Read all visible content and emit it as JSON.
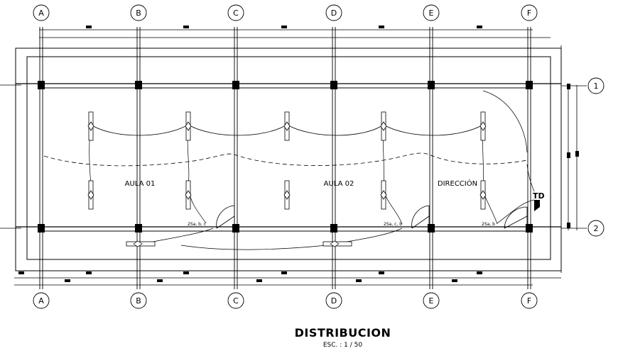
{
  "axes_cols": [
    "A",
    "B",
    "C",
    "D",
    "E",
    "F"
  ],
  "axes_rows": [
    "1",
    "2"
  ],
  "rooms": [
    "AULA  01",
    "AULA  02",
    "DIRECCIÓN"
  ],
  "panel": "TD",
  "title": "DISTRIBUCION",
  "scale": "ESC. : 1 / 50",
  "circuit_labels": [
    "2Sa, b, c",
    "2Sa, c, b",
    "2Sa, b"
  ]
}
